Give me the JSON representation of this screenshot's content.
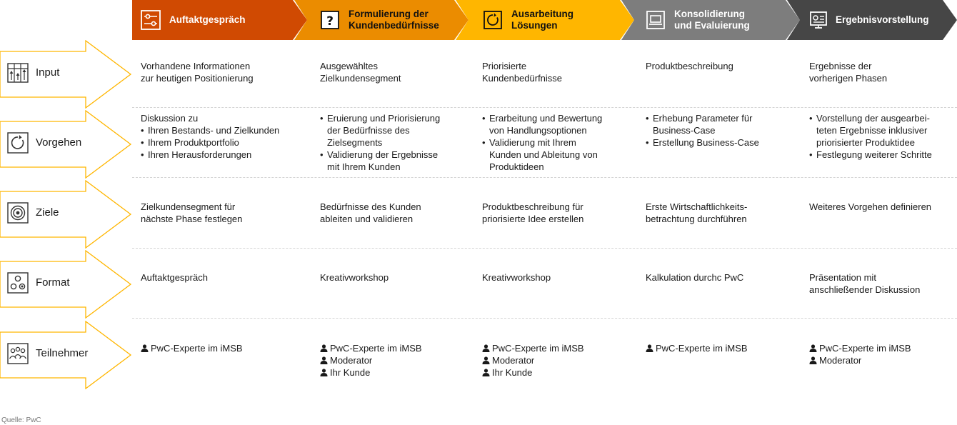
{
  "phases": [
    {
      "label": "Auftaktgespräch",
      "icon": "sliders-icon",
      "color": "#d04a02"
    },
    {
      "label": "Formulierung der\nKundenbedürfnisse",
      "icon": "question-icon",
      "color": "#eb8c00"
    },
    {
      "label": "Ausarbeitung\nLösungen",
      "icon": "cycle-icon",
      "color": "#ffb600"
    },
    {
      "label": "Konsolidierung\nund Evaluierung",
      "icon": "laptop-icon",
      "color": "#7d7d7d"
    },
    {
      "label": "Ergebnisvorstellung",
      "icon": "presentation-icon",
      "color": "#464646"
    }
  ],
  "rows": [
    {
      "label": "Input",
      "icon": "grid-chart-icon",
      "cells": [
        {
          "lines": [
            "Vorhandene Informationen",
            "zur heutigen Positionierung"
          ]
        },
        {
          "lines": [
            "Ausgewähltes",
            "Zielkundensegment"
          ]
        },
        {
          "lines": [
            "Priorisierte",
            "Kundenbedürfnisse"
          ]
        },
        {
          "lines": [
            "Produktbeschreibung"
          ]
        },
        {
          "lines": [
            "Ergebnisse der",
            "vorherigen Phasen"
          ]
        }
      ]
    },
    {
      "label": "Vorgehen",
      "icon": "cycle-icon",
      "cells": [
        {
          "intro": "Diskussion zu",
          "bullets": [
            [
              "Ihren Bestands- und Zielkunden"
            ],
            [
              "Ihrem Produktportfolio"
            ],
            [
              "Ihren Herausforderungen"
            ]
          ]
        },
        {
          "bullets": [
            [
              "Eruierung und Priorisierung",
              "der Bedürfnisse des",
              "Zielsegments"
            ],
            [
              "Validierung der Ergebnisse",
              "mit Ihrem Kunden"
            ]
          ]
        },
        {
          "bullets": [
            [
              "Erarbeitung und Bewertung",
              "von Handlungsoptionen"
            ],
            [
              "Validierung mit Ihrem",
              "Kunden und Ableitung von",
              "Produktideen"
            ]
          ]
        },
        {
          "bullets": [
            [
              "Erhebung Parameter für",
              "Business-Case"
            ],
            [
              "Erstellung Business-Case"
            ]
          ]
        },
        {
          "bullets": [
            [
              "Vorstellung der ausgearbei-",
              "teten Ergebnisse inklusiver",
              "priorisierter Produktidee"
            ],
            [
              "Festlegung weiterer Schritte"
            ]
          ]
        }
      ]
    },
    {
      "label": "Ziele",
      "icon": "target-icon",
      "cells": [
        {
          "lines": [
            "Zielkundensegment für",
            "nächste Phase festlegen"
          ]
        },
        {
          "lines": [
            "Bedürfnisse des Kunden",
            "ableiten und validieren"
          ]
        },
        {
          "lines": [
            "Produktbeschreibung für",
            "priorisierte Idee erstellen"
          ]
        },
        {
          "lines": [
            "Erste Wirtschaftlichkeits-",
            "betrachtung durchführen"
          ]
        },
        {
          "lines": [
            "Weiteres Vorgehen definieren"
          ]
        }
      ]
    },
    {
      "label": "Format",
      "icon": "format-icon",
      "cells": [
        {
          "lines": [
            "Auftaktgespräch"
          ]
        },
        {
          "lines": [
            "Kreativworkshop"
          ]
        },
        {
          "lines": [
            "Kreativworkshop"
          ]
        },
        {
          "lines": [
            "Kalkulation durchc PwC"
          ]
        },
        {
          "lines": [
            "Präsentation mit",
            "anschließender Diskussion"
          ]
        }
      ]
    },
    {
      "label": "Teilnehmer",
      "icon": "people-icon",
      "cells": [
        {
          "people": [
            "PwC-Experte im iMSB"
          ]
        },
        {
          "people": [
            "PwC-Experte im iMSB",
            "Moderator",
            "Ihr Kunde"
          ]
        },
        {
          "people": [
            "PwC-Experte im iMSB",
            "Moderator",
            "Ihr Kunde"
          ]
        },
        {
          "people": [
            "PwC-Experte im iMSB"
          ]
        },
        {
          "people": [
            "PwC-Experte im iMSB",
            "Moderator"
          ]
        }
      ]
    }
  ],
  "source": "Quelle: PwC",
  "colors": {
    "row_arrow_outline": "#ffb600",
    "divider": "#d4d4d4"
  }
}
